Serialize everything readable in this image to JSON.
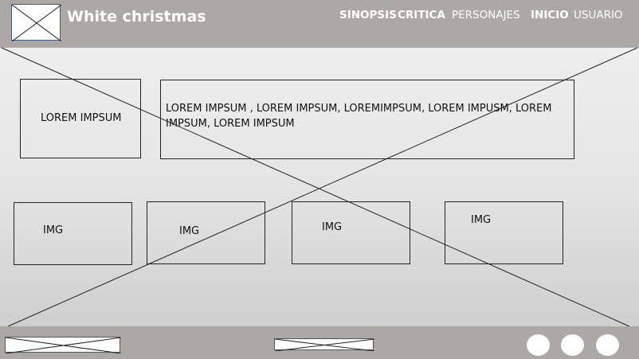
{
  "header": {
    "title": "White christmas",
    "nav": {
      "sinopsis": "SINOPSIS",
      "critica": "CRITICA",
      "personajes": "PERSONAJES",
      "inicio": "INICIO",
      "usuario": "USUARIO"
    }
  },
  "main": {
    "side_box": "LOREM IMPSUM",
    "text_box": {
      "line1": "LOREM IMPSUM , LOREM IMPSUM,  LOREMIMPSUM, LOREM IMPUSM, LOREM",
      "line2": "IMPSUM, LOREM IMPSUM"
    },
    "images": [
      "IMG",
      "IMG",
      "IMG",
      "IMG"
    ]
  },
  "colors": {
    "bar_gray": "#aca8a6",
    "logo_border": "#3b5a86"
  }
}
